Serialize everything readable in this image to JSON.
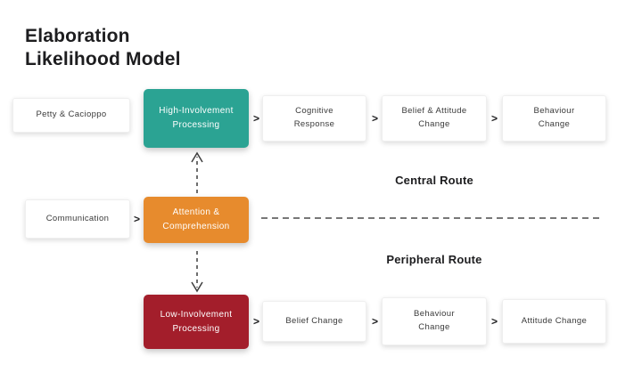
{
  "title": "Elaboration\nLikelihood Model",
  "chevron": ">",
  "boxes": {
    "petty": "Petty & Cacioppo",
    "communication": "Communication",
    "high_involvement": "High-Involvement\nProcessing",
    "cognitive_response": "Cognitive\nResponse",
    "belief_attitude_change": "Belief & Attitude\nChange",
    "behaviour_change_top": "Behaviour\nChange",
    "attention_comprehension": "Attention &\nComprehension",
    "low_involvement": "Low-Involvement\nProcessing",
    "belief_change": "Belief Change",
    "behaviour_change_bottom": "Behaviour\nChange",
    "attitude_change": "Attitude Change"
  },
  "routes": {
    "central": "Central Route",
    "peripheral": "Peripheral Route"
  },
  "colors": {
    "high_involvement_teal": "#2BA393",
    "attention_orange": "#E78B2D",
    "low_involvement_red": "#A31E2B",
    "text_dark": "#1D1D1F"
  }
}
